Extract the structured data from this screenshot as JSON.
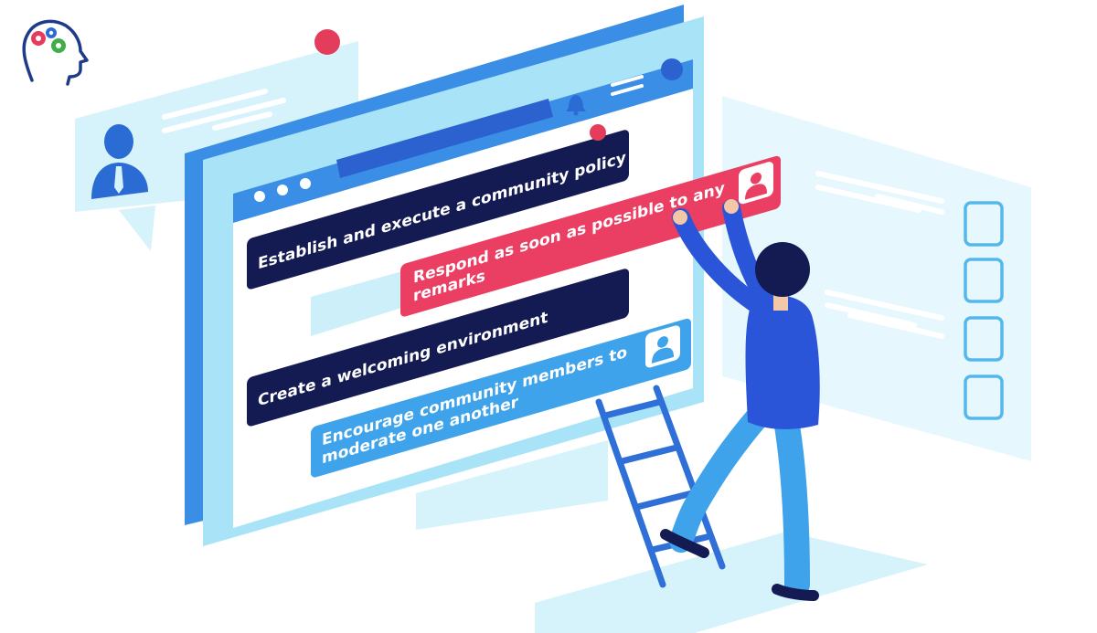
{
  "logo": {
    "icon": "head-with-gears-icon"
  },
  "cards": {
    "policy": "Establish and execute a community policy",
    "respond_line1": "Respond as soon as possible to any",
    "respond_line2": "remarks",
    "welcoming": "Create a welcoming environment",
    "encourage_line1": "Encourage community members to",
    "encourage_line2": "moderate one another"
  },
  "colors": {
    "dark_navy": "#141a52",
    "accent_red": "#ea3f63",
    "accent_blue": "#3ea3ea",
    "window_blue": "#3b8ee6",
    "pale_cyan": "#d6f3fb"
  },
  "checklist": {
    "count": 4
  }
}
